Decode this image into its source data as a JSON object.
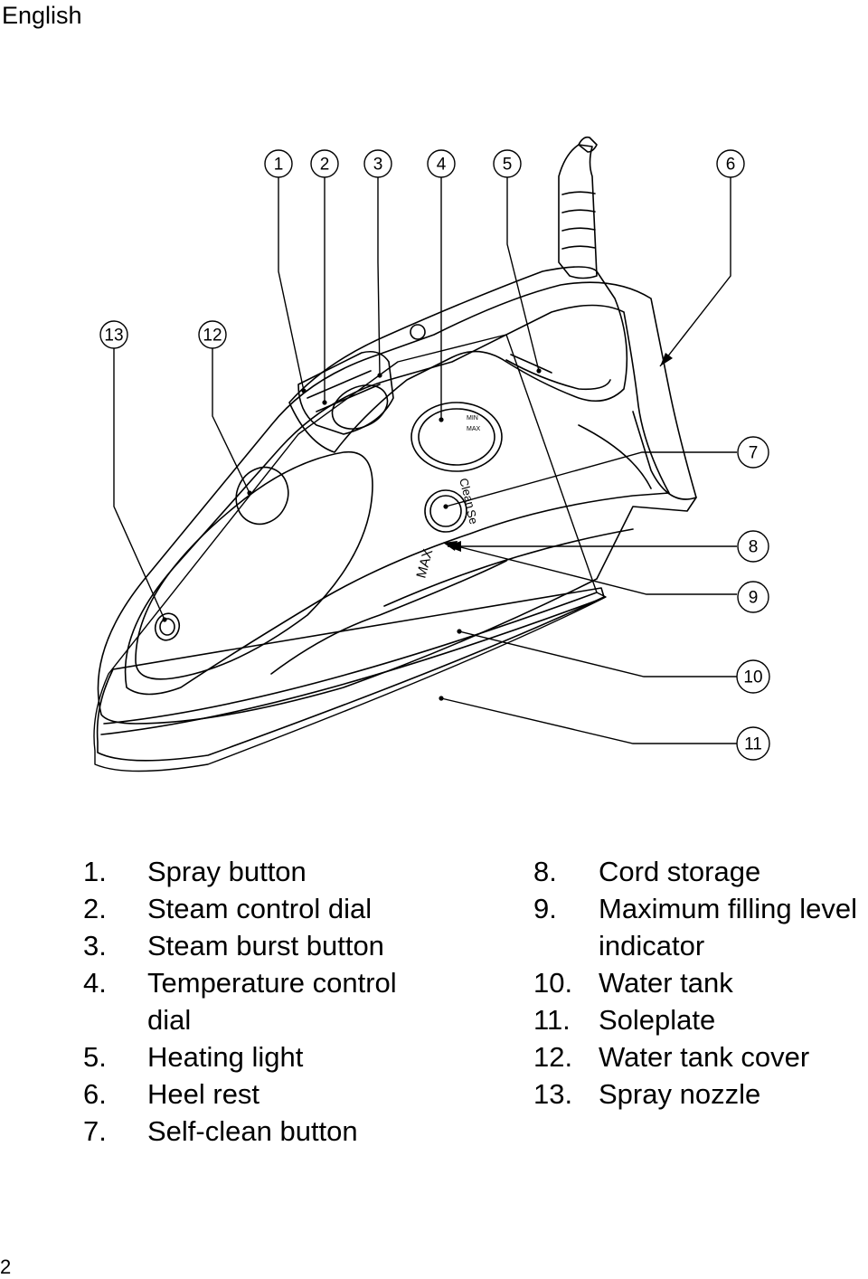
{
  "header": {
    "language": "English"
  },
  "diagram": {
    "callouts": [
      "1",
      "2",
      "3",
      "4",
      "5",
      "6",
      "7",
      "8",
      "9",
      "10",
      "11",
      "12",
      "13"
    ],
    "iron_labels": {
      "max_tank": "MAX",
      "self_clean": "Clean",
      "self_clean_short": "Se",
      "dial_min": "MIN",
      "dial_max": "MAX"
    }
  },
  "parts_left": [
    {
      "num": "1.",
      "label": "Spray button"
    },
    {
      "num": "2.",
      "label": "Steam control dial"
    },
    {
      "num": "3.",
      "label": "Steam burst button"
    },
    {
      "num": "4.",
      "label": "Temperature control"
    },
    {
      "num": "",
      "label": "dial"
    },
    {
      "num": "5.",
      "label": "Heating light"
    },
    {
      "num": "6.",
      "label": "Heel rest"
    },
    {
      "num": "7.",
      "label": "Self-clean button"
    }
  ],
  "parts_right": [
    {
      "num": "8.",
      "label": "Cord storage"
    },
    {
      "num": "9.",
      "label": "Maximum filling level"
    },
    {
      "num": "",
      "label": "indicator"
    },
    {
      "num": "10.",
      "label": "Water tank"
    },
    {
      "num": "11.",
      "label": "Soleplate"
    },
    {
      "num": "12.",
      "label": "Water tank cover"
    },
    {
      "num": "13.",
      "label": "Spray nozzle"
    }
  ],
  "footer": {
    "page_number": "2"
  }
}
